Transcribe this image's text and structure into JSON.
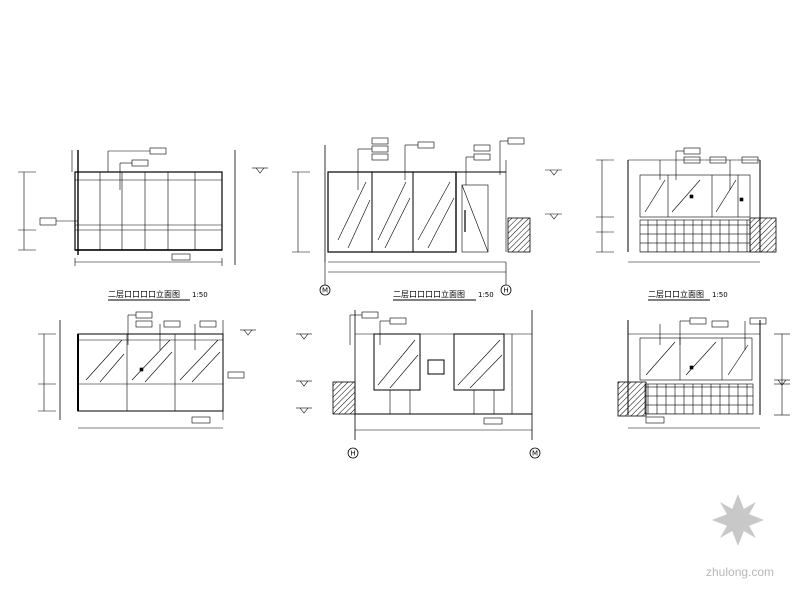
{
  "drawings": [
    {
      "title": "",
      "scale": "",
      "axes": []
    },
    {
      "title": "",
      "scale": "",
      "axes": [
        "M",
        "H"
      ]
    },
    {
      "title": "",
      "scale": "",
      "axes": []
    },
    {
      "title": "二层口口口口立面图",
      "scale": "1:50",
      "axes": []
    },
    {
      "title": "二层口口口口立面图",
      "scale": "1:50",
      "axes": [
        "H",
        "M"
      ]
    },
    {
      "title": "二层口口立面图",
      "scale": "1:50",
      "axes": []
    }
  ],
  "watermark": {
    "text": "zhulong.com",
    "icon": "zhulong-logo-icon"
  },
  "colors": {
    "line": "#000000",
    "watermark": "#c0c0c0"
  }
}
